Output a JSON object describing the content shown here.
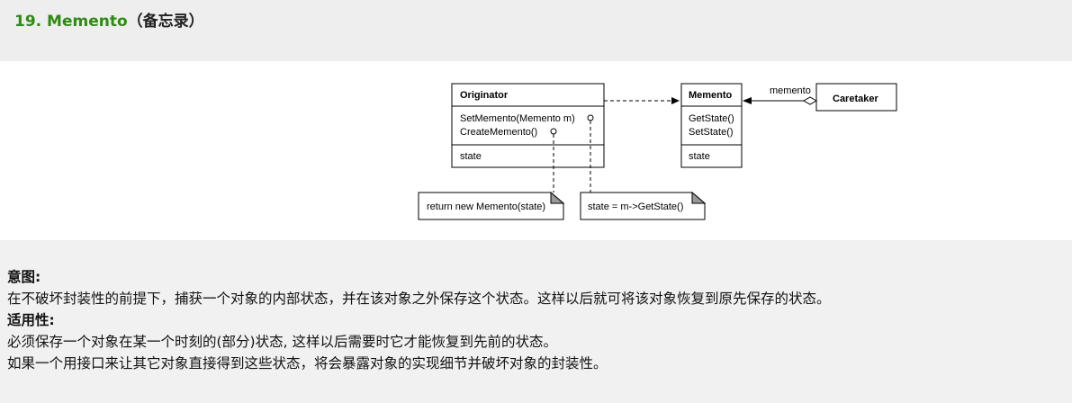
{
  "header": {
    "title_en": "19. Memento",
    "title_zh": "（备忘录）"
  },
  "diagram": {
    "originator": {
      "name": "Originator",
      "operations": [
        "SetMemento(Memento m)",
        "CreateMemento()"
      ],
      "attribute": "state"
    },
    "memento": {
      "name": "Memento",
      "operations": [
        "GetState()",
        "SetState()"
      ],
      "attribute": "state"
    },
    "caretaker": {
      "name": "Caretaker"
    },
    "association_label": "memento",
    "notes": {
      "create": "return new Memento(state)",
      "set": "state = m->GetState()"
    }
  },
  "description": {
    "intent_heading": "意图:",
    "intent_text": "在不破坏封装性的前提下，捕获一个对象的内部状态，并在该对象之外保存这个状态。这样以后就可将该对象恢复到原先保存的状态。",
    "applicability_heading": "适用性:",
    "applicability_items": [
      "必须保存一个对象在某一个时刻的(部分)状态, 这样以后需要时它才能恢复到先前的状态。",
      "如果一个用接口来让其它对象直接得到这些状态，将会暴露对象的实现细节并破坏对象的封装性。"
    ]
  }
}
